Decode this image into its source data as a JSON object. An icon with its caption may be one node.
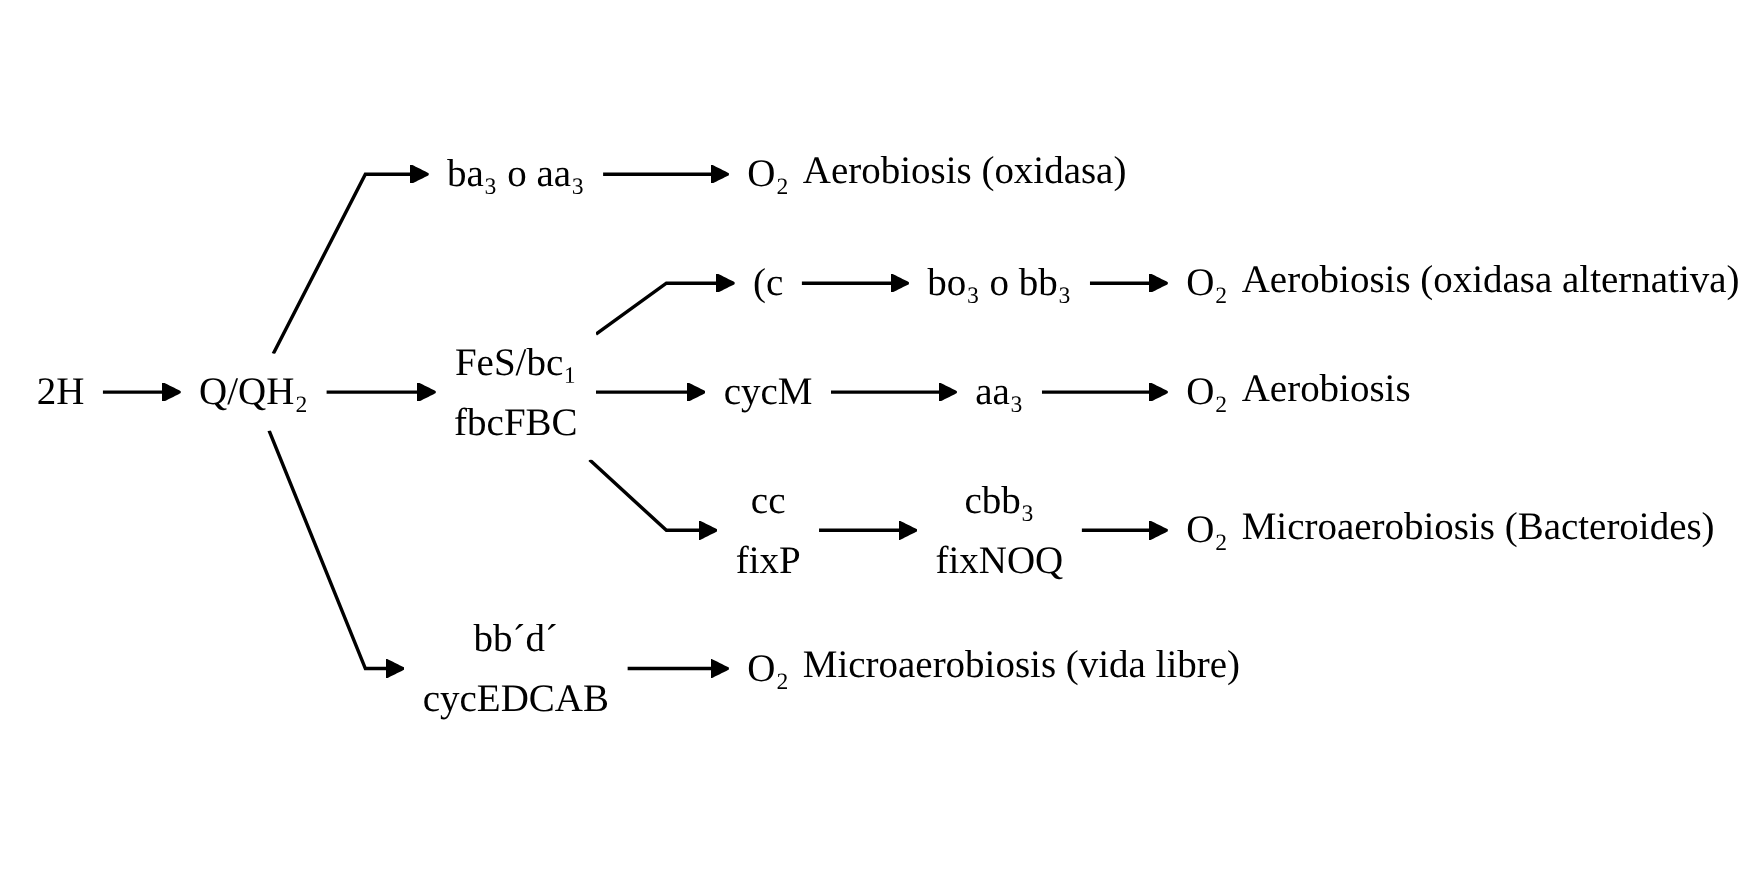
{
  "diagram": {
    "nodes": [
      {
        "text": [
          "2H"
        ]
      },
      {
        "text": [
          "Q/QH₂"
        ]
      },
      {
        "text": [
          "FeS/bc₁",
          "fbcFBC"
        ]
      },
      {
        "text": [
          "ba₃ o aa₃"
        ]
      },
      {
        "text": [
          "O₂"
        ],
        "beside": [
          "Aerobiosis (oxidasa)"
        ]
      },
      {
        "text": [
          "(c"
        ]
      },
      {
        "text": [
          "bo₃ o bb₃"
        ]
      },
      {
        "text": [
          "O₂"
        ],
        "beside": [
          "Aerobiosis (oxidasa alternativa)"
        ]
      },
      {
        "text": [
          "cycM"
        ]
      },
      {
        "text": [
          "aa₃"
        ]
      },
      {
        "text": [
          "O₂"
        ],
        "beside": [
          "Aerobiosis"
        ]
      },
      {
        "text": [
          "cc",
          "fixP"
        ]
      },
      {
        "text": [
          "cbb₃",
          "fixNOQ"
        ]
      },
      {
        "text": [
          "O₂"
        ],
        "beside": [
          "Microaerobiosis (Bacteroides)"
        ]
      },
      {
        "text": [
          "bb´d´",
          "cycEDCAB"
        ]
      },
      {
        "text": [
          "O₂"
        ],
        "beside": [
          "Microaerobiosis (vida libre)"
        ]
      }
    ],
    "edges": [
      {
        "from": 0,
        "to": 1,
        "arrow": "to"
      },
      {
        "from": 1,
        "to": 2,
        "arrow": "to"
      },
      {
        "from": 1,
        "to": 3,
        "arrow": "to"
      },
      {
        "from": 3,
        "to": 4,
        "arrow": "to"
      },
      {
        "from": 2,
        "to": 5,
        "arrow": "to"
      },
      {
        "from": 5,
        "to": 6,
        "arrow": "to"
      },
      {
        "from": 6,
        "to": 7,
        "arrow": "to"
      },
      {
        "from": 2,
        "to": 8,
        "arrow": "to"
      },
      {
        "from": 8,
        "to": 9,
        "arrow": "to"
      },
      {
        "from": 9,
        "to": 10,
        "arrow": "to"
      },
      {
        "from": 2,
        "to": 11,
        "arrow": "to"
      },
      {
        "from": 11,
        "to": 12,
        "arrow": "to"
      },
      {
        "from": 12,
        "to": 13,
        "arrow": "to"
      },
      {
        "from": 1,
        "to": 14,
        "arrow": "to"
      },
      {
        "from": 14,
        "to": 15,
        "arrow": "to"
      }
    ]
  }
}
